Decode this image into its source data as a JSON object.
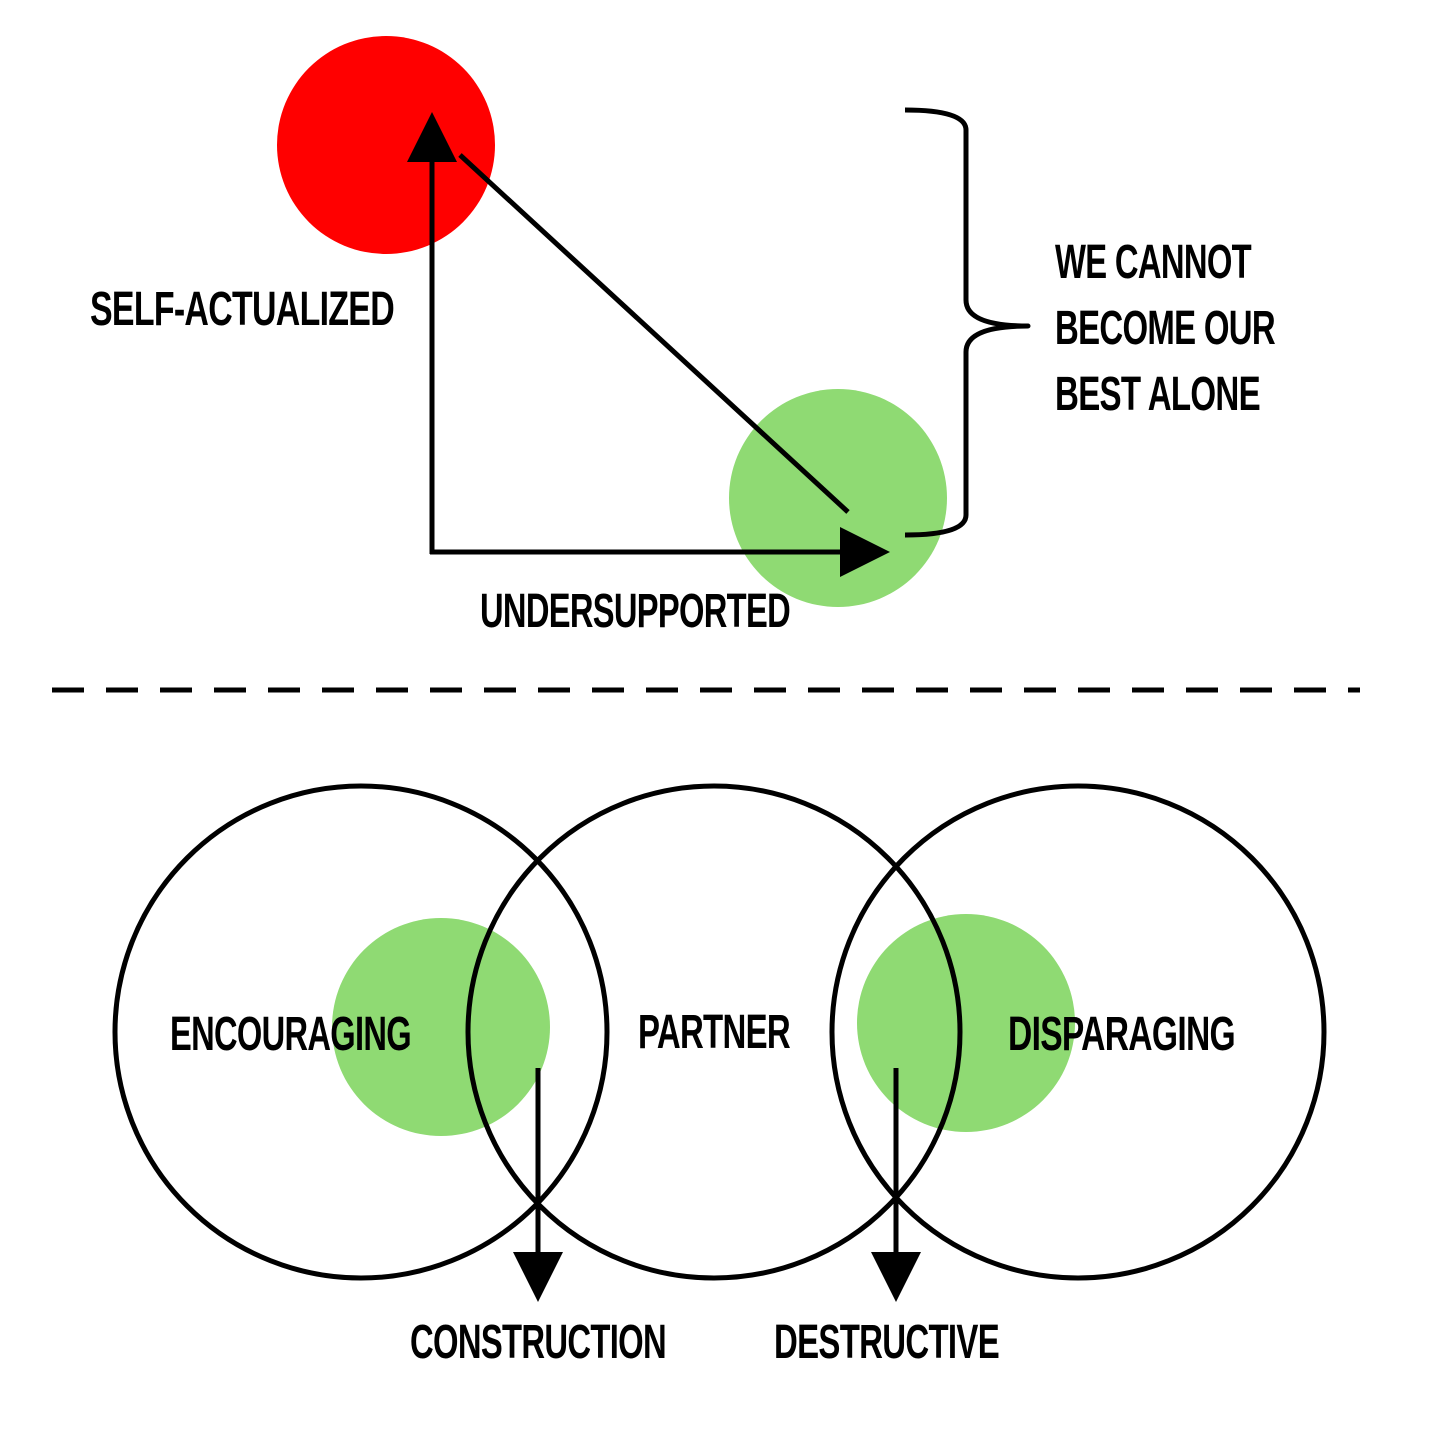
{
  "colors": {
    "background": "#ffffff",
    "ink": "#000000",
    "red_circle": "#ff0000",
    "green_circle": "#8fda73"
  },
  "top_diagram": {
    "vertical_axis_label": "SELF-ACTUALIZED",
    "horizontal_axis_label": "UNDERSUPPORTED",
    "brace_text": [
      "WE CANNOT",
      "BECOME OUR",
      "BEST ALONE"
    ]
  },
  "bottom_diagram": {
    "circles": [
      {
        "label": "ENCOURAGING"
      },
      {
        "label": "PARTNER"
      },
      {
        "label": "DISPARAGING"
      }
    ],
    "intersections": [
      {
        "label": "CONSTRUCTION"
      },
      {
        "label": "DESTRUCTIVE"
      }
    ]
  }
}
